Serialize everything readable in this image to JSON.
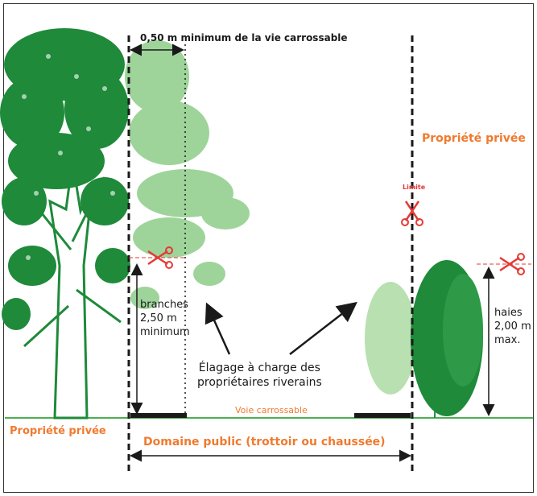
{
  "labels": {
    "clearance": "0,50 m minimum de la vie carrossable",
    "private_right": "Propriété privée",
    "limit": "Limite",
    "branches": [
      "branches",
      "2,50 m",
      "minimum"
    ],
    "hedges": [
      "haies",
      "2,00 m",
      "max."
    ],
    "pruning": [
      "Élagage à charge des",
      "propriétaires riverains"
    ],
    "roadway": "Voie carrossable",
    "private_left": "Propriété privée",
    "public_domain": "Domaine public (trottoir ou chaussée)"
  },
  "colors": {
    "tree_dark": "#1e8a3a",
    "tree_light": "#9ed49a",
    "hedge_light": "#b8e0b0",
    "ground": "#4caf50",
    "accent": "#f07a2e",
    "scissors": "#e53935",
    "ink": "#1a1a1a"
  },
  "icons": [
    "scissors-icon",
    "scissors-icon",
    "scissors-icon",
    "arrow-icon"
  ]
}
